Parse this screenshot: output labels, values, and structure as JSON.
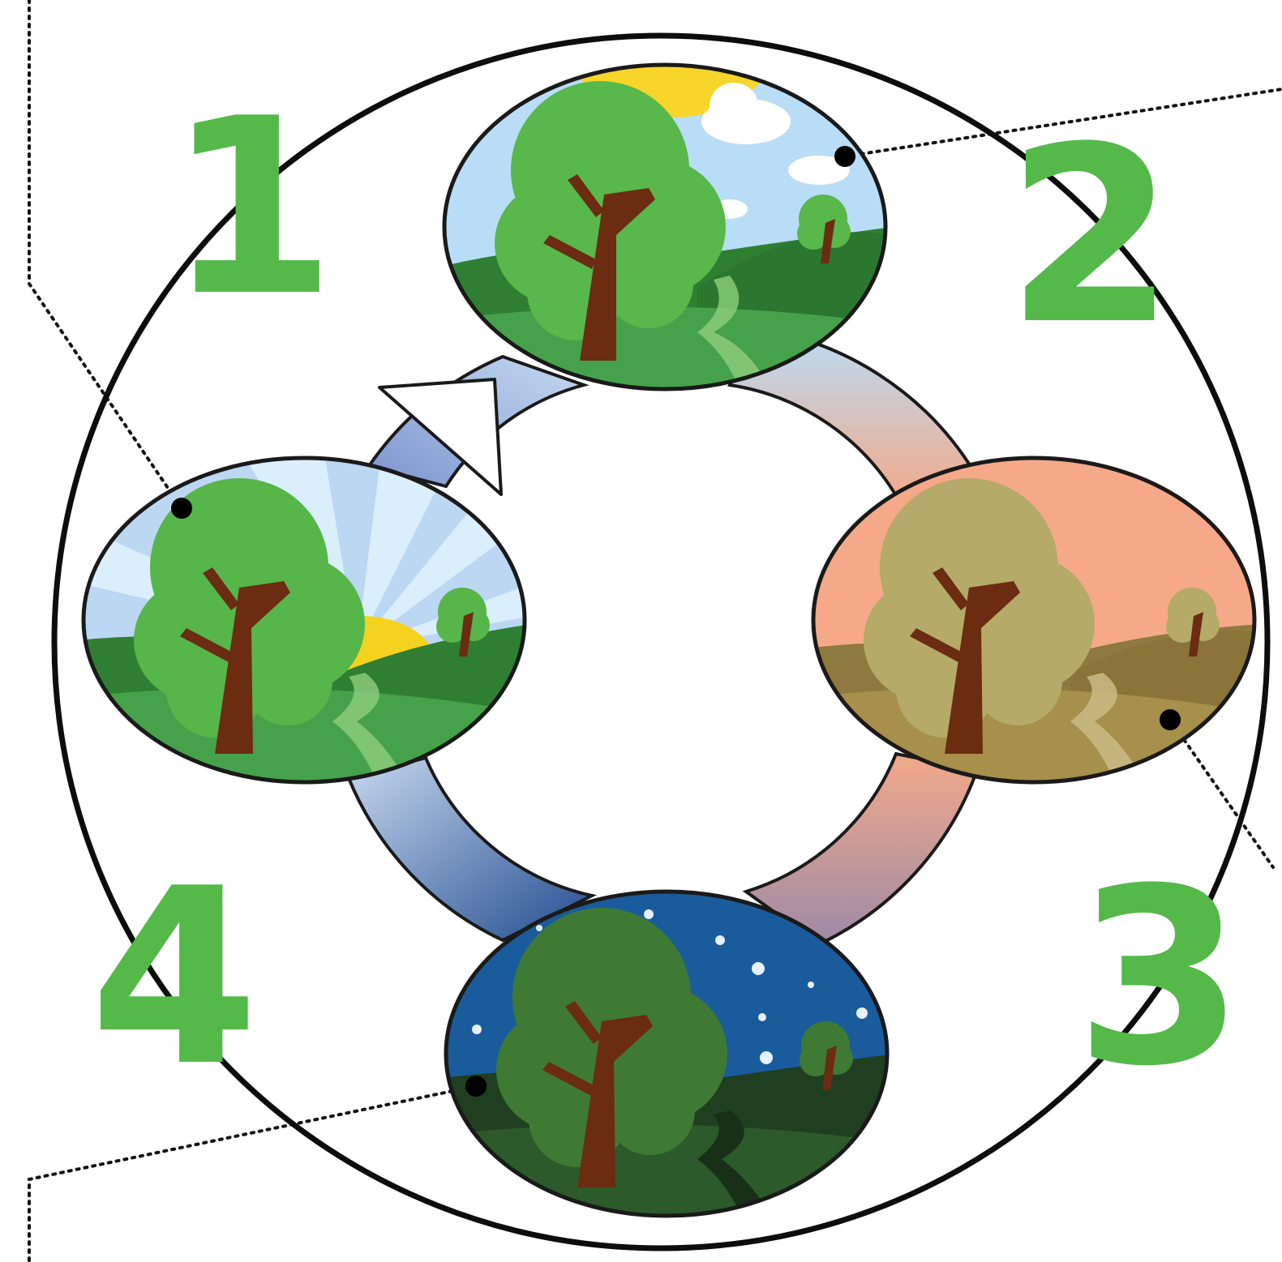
{
  "diagram": {
    "stages": [
      {
        "number": "1",
        "scene": "morning",
        "sky": "#bcd7f2",
        "sky_light": "#dbeefb",
        "ground": "#3d9a3e",
        "ground_dark": "#2f7f33",
        "tree": "#56b64a",
        "trunk": "#6b2c12",
        "sun": "#f4d21f"
      },
      {
        "number": "2",
        "scene": "noon",
        "sky": "#b9ddf6",
        "ground": "#3e9c42",
        "ground_dark": "#2f7f33",
        "tree": "#58b84b",
        "trunk": "#6b2c12",
        "sun": "#f7d52a"
      },
      {
        "number": "3",
        "scene": "evening",
        "sky": "#f5a989",
        "ground": "#a78f4c",
        "ground_dark": "#8e7a3e",
        "tree": "#b5aa67",
        "trunk": "#6b2c12"
      },
      {
        "number": "4",
        "scene": "night",
        "sky": "#1a5b9c",
        "ground": "#2c5a2a",
        "ground_dark": "#203f20",
        "tree": "#3f7a35",
        "trunk": "#6b2c12"
      }
    ],
    "number_color": "#55b94a",
    "outline_color": "#111111",
    "ring_colors": {
      "noon_to_evening": [
        "#b9ddf6",
        "#f2a98a"
      ],
      "evening_to_night": [
        "#f2a98a",
        "#9e8aa6"
      ],
      "night_to_morning": [
        "#2a5494",
        "#c7d8ef"
      ],
      "morning_to_noon": [
        "#8aa0d4",
        "#c5daf0"
      ]
    }
  }
}
